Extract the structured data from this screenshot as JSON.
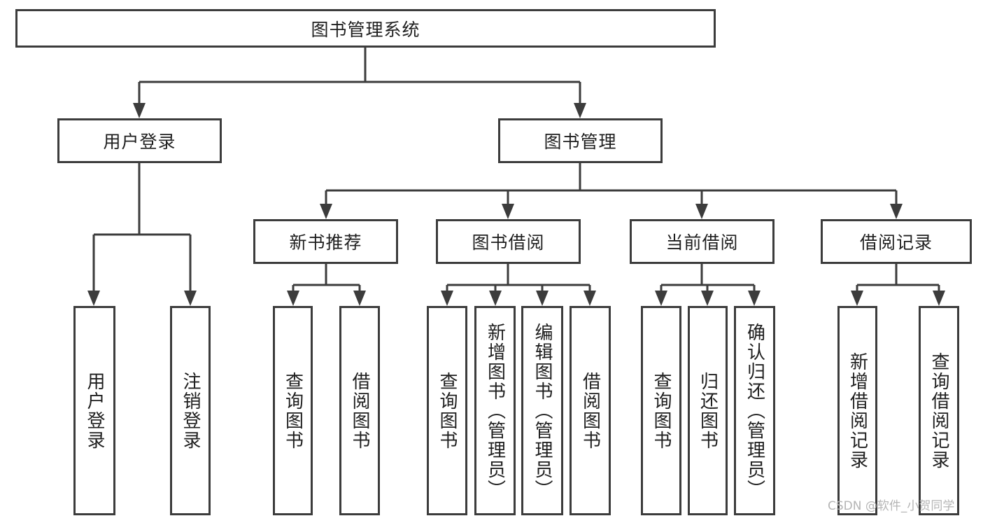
{
  "diagram": {
    "title": "图书管理系统",
    "type": "hierarchy-tree",
    "line_color": "#3c3c3c",
    "text_color": "#1f1f1f",
    "background_color": "#ffffff",
    "watermark": "CSDN @软件_小贺同学",
    "watermark_color": "#b5b5b5"
  },
  "nodes": {
    "root": {
      "label": "图书管理系统"
    },
    "user_login_group": {
      "label": "用户登录"
    },
    "book_management": {
      "label": "图书管理"
    },
    "new_book_recommend": {
      "label": "新书推荐"
    },
    "book_borrow": {
      "label": "图书借阅"
    },
    "current_borrow": {
      "label": "当前借阅"
    },
    "borrow_records": {
      "label": "借阅记录"
    },
    "user_login": {
      "label": "用户登录"
    },
    "logout": {
      "label": "注销登录"
    },
    "nb_query_books": {
      "label": "查询图书"
    },
    "nb_borrow_books": {
      "label": "借阅图书"
    },
    "bb_query_books": {
      "label": "查询图书"
    },
    "bb_add_books": {
      "label": "新增图书（管理员）"
    },
    "bb_edit_books": {
      "label": "编辑图书（管理员）"
    },
    "bb_borrow_books": {
      "label": "借阅图书"
    },
    "cb_query_books": {
      "label": "查询图书"
    },
    "cb_return_books": {
      "label": "归还图书"
    },
    "cb_confirm_return": {
      "label": "确认归还（管理员）"
    },
    "br_add_record": {
      "label": "新增借阅记录"
    },
    "br_query_record": {
      "label": "查询借阅记录"
    }
  },
  "hierarchy": {
    "图书管理系统": {
      "用户登录": [
        "用户登录",
        "注销登录"
      ],
      "图书管理": {
        "新书推荐": [
          "查询图书",
          "借阅图书"
        ],
        "图书借阅": [
          "查询图书",
          "新增图书（管理员）",
          "编辑图书（管理员）",
          "借阅图书"
        ],
        "当前借阅": [
          "查询图书",
          "归还图书",
          "确认归还（管理员）"
        ],
        "借阅记录": [
          "新增借阅记录",
          "查询借阅记录"
        ]
      }
    }
  }
}
